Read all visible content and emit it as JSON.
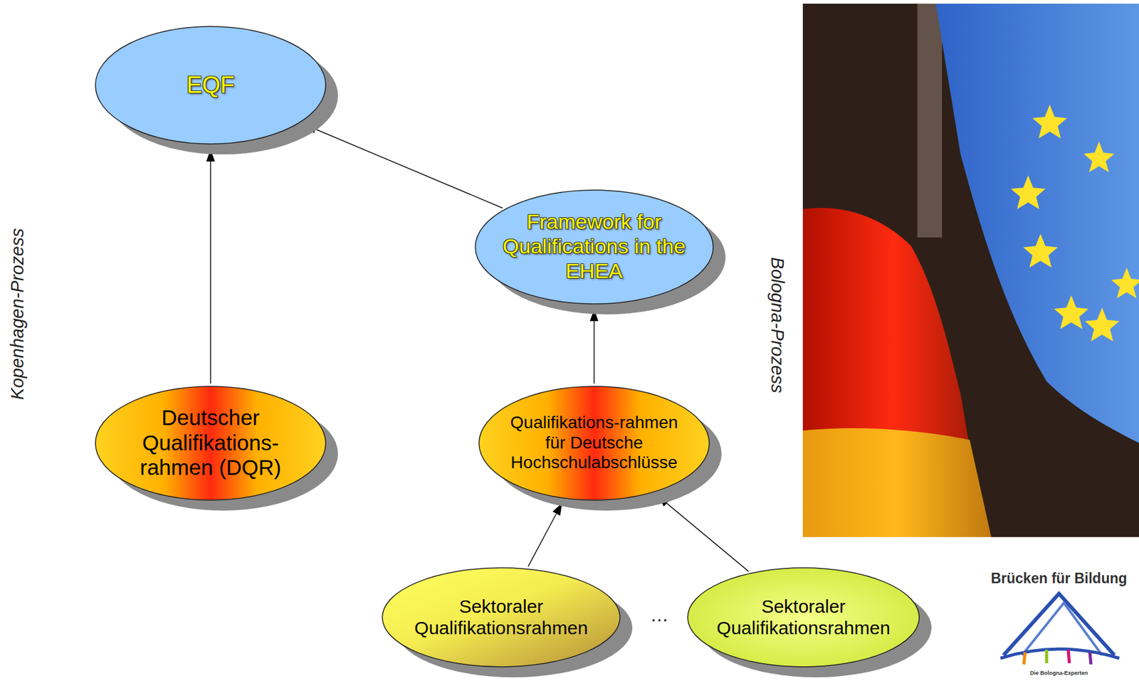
{
  "diagram": {
    "nodes": [
      {
        "text": [
          "EQF"
        ]
      },
      {
        "text": [
          "Framework for Qualifications in the EHEA"
        ]
      },
      {
        "text": [
          "Deutscher Qualifikations-rahmen (DQR)"
        ]
      },
      {
        "text": [
          "Qualifikations-rahmen für Deutsche Hochschulabschlüsse"
        ]
      },
      {
        "text": [
          "Sektoraler Qualifikationsrahmen"
        ]
      },
      {
        "text": [
          "Sektoraler Qualifikationsrahmen"
        ]
      }
    ],
    "edges": [
      {
        "from": 2,
        "to": 0,
        "arrow": "to"
      },
      {
        "from": 1,
        "to": 0,
        "arrow": "to"
      },
      {
        "from": 3,
        "to": 1,
        "arrow": "to"
      },
      {
        "from": 4,
        "to": 3,
        "arrow": "to"
      },
      {
        "from": 5,
        "to": 3,
        "arrow": "to"
      }
    ],
    "labels": [
      "Kopenhagen-Prozess",
      "Bologna-Prozess",
      "…",
      "Brücken für Bildung",
      "Die Bologna-Experten"
    ]
  }
}
